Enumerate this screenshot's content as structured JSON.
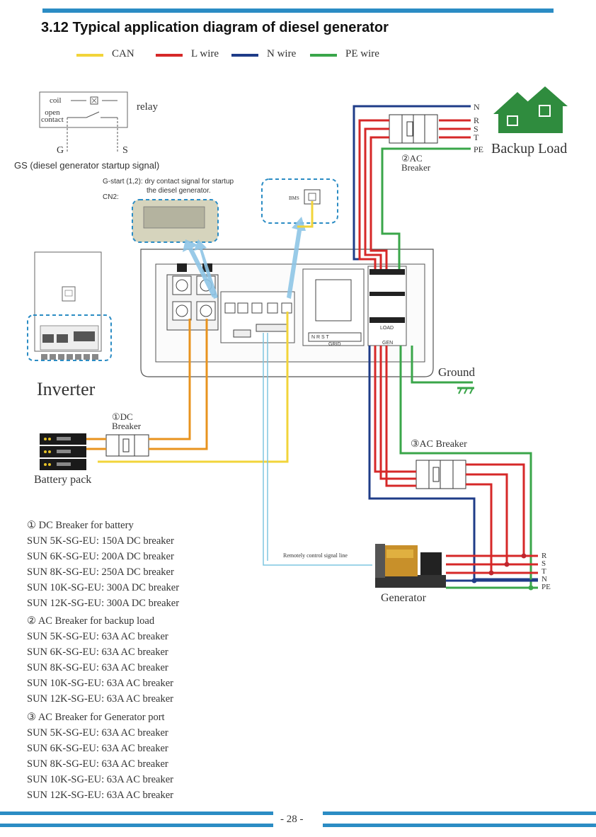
{
  "header": {
    "title": "3.12 Typical  application diagram of diesel generator",
    "bar_color": "#2b8cc4"
  },
  "legend": [
    {
      "label": "CAN",
      "color": "#f2d43a"
    },
    {
      "label": "L wire",
      "color": "#d62828"
    },
    {
      "label": "N wire",
      "color": "#1f3c88"
    },
    {
      "label": "PE wire",
      "color": "#3aa64a"
    }
  ],
  "relay": {
    "coil": "coil",
    "open_contact": "open\ncontact",
    "label": "relay",
    "g": "G",
    "s": "S",
    "gs_signal": "GS (diesel generator startup signal)"
  },
  "gstart": {
    "line1": "G-start (1,2): dry contact signal for startup",
    "line2": "the diesel generator.",
    "cn2": "CN2:"
  },
  "bms": {
    "label": "BMS"
  },
  "backup": {
    "label": "Backup Load",
    "phases": [
      "N",
      "R",
      "S",
      "T",
      "PE"
    ],
    "breaker": "②AC\nBreaker"
  },
  "inverter": {
    "label": "Inverter",
    "grid": "GRID",
    "grid_terms": "N  R  S  T",
    "load": "LOAD",
    "gen": "GEN"
  },
  "ground": {
    "label": "Ground"
  },
  "dc_breaker": {
    "label": "①DC\nBreaker"
  },
  "battery": {
    "label": "Battery pack"
  },
  "gen_breaker": {
    "label": "③AC Breaker"
  },
  "generator": {
    "label": "Generator",
    "signal_line": "Remotely control signal line",
    "phases": [
      "R",
      "S",
      "T",
      "N",
      "PE"
    ]
  },
  "notes": {
    "dc_title": "① DC Breaker for battery",
    "dc_items": [
      "SUN 5K-SG-EU:  150A DC breaker",
      "SUN 6K-SG-EU:   200A DC breaker",
      "SUN 8K-SG-EU:  250A DC breaker",
      "SUN 10K-SG-EU: 300A DC breaker",
      "SUN 12K-SG-EU: 300A DC breaker"
    ],
    "backup_title": "② AC Breaker for  backup load",
    "backup_items": [
      "SUN 5K-SG-EU: 63A AC breaker",
      "SUN 6K-SG-EU: 63A AC breaker",
      "SUN 8K-SG-EU: 63A AC breaker",
      "SUN 10K-SG-EU: 63A AC breaker",
      "SUN 12K-SG-EU: 63A AC breaker"
    ],
    "gen_title": "③ AC Breaker for Generator port",
    "gen_items": [
      "SUN 5K-SG-EU: 63A AC breaker",
      "SUN 6K-SG-EU: 63A AC breaker",
      "SUN 8K-SG-EU: 63A AC breaker",
      "SUN 10K-SG-EU: 63A AC breaker",
      "SUN 12K-SG-EU: 63A AC breaker"
    ]
  },
  "footer": {
    "page": "- 28 -"
  },
  "colors": {
    "orange": "#e8931e",
    "signal": "#7fc6e0",
    "arrow": "#8ec5e6",
    "house": "#2f8c3e",
    "dash": "#2b8cc4"
  }
}
